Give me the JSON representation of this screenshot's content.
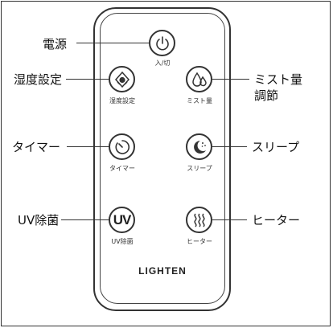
{
  "brand": "LIGHTEN",
  "buttons": {
    "power": {
      "callout": "電源",
      "sub": "入/切"
    },
    "humidity": {
      "callout": "湿度設定",
      "sub": "湿度設定"
    },
    "mist": {
      "callout_line1": "ミスト量",
      "callout_line2": "調節",
      "sub": "ミスト量"
    },
    "timer": {
      "callout": "タイマー",
      "sub": "タイマー"
    },
    "sleep": {
      "callout": "スリープ",
      "sub": "スリープ"
    },
    "uv": {
      "callout": "UV除菌",
      "sub": "UV除菌",
      "glyph": "UV"
    },
    "heater": {
      "callout": "ヒーター",
      "sub": "ヒーター"
    }
  },
  "icons": {
    "power": "power-icon",
    "humidity": "humidity-setting-icon",
    "mist": "mist-droplets-icon",
    "timer": "timer-clock-icon",
    "sleep": "moon-stars-icon",
    "uv": "uv-text-icon",
    "heater": "heat-waves-icon"
  }
}
